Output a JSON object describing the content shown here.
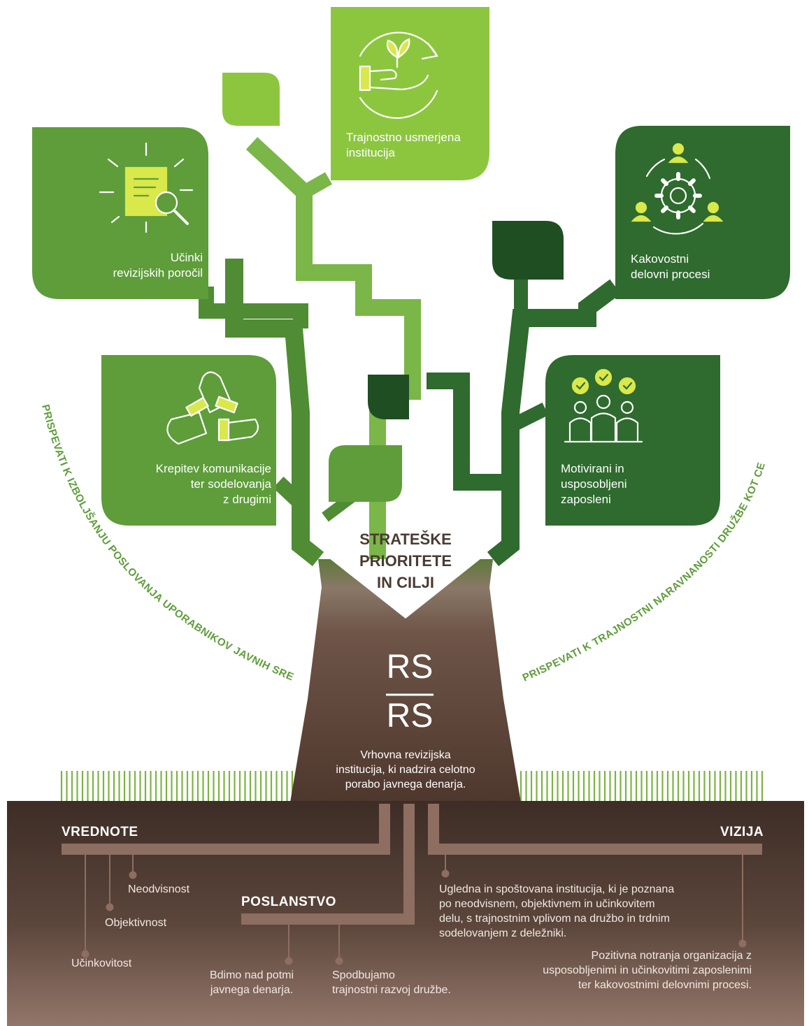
{
  "center_title": [
    "STRATEŠKE",
    "PRIORITETE",
    "IN CILJI"
  ],
  "logo": {
    "top": "RS",
    "bottom": "RS"
  },
  "institution": [
    "Vrhovna revizijska",
    "institucija, ki nadzira celotno",
    "porabo javnega denarja."
  ],
  "leaves": {
    "top": [
      "Trajnostno usmerjena",
      "institucija"
    ],
    "upper_left": [
      "Učinki",
      "revizijskih poročil"
    ],
    "upper_right": [
      "Kakovostni",
      "delovni procesi"
    ],
    "lower_left": [
      "Krepitev komunikacije",
      "ter sodelovanja",
      "z drugimi"
    ],
    "lower_right": [
      "Motivirani in",
      "usposobljeni",
      "zaposleni"
    ]
  },
  "arc_left": "PRISPEVATI K IZBOLJŠANJU POSLOVANJA UPORABNIKOV JAVNIH SREDSTEV",
  "arc_right": "PRISPEVATI K TRAJNOSTNI NARAVNANOSTI DRUŽBE KOT CELOTE",
  "vrednote": {
    "title": "VREDNOTE",
    "items": [
      "Neodvisnost",
      "Objektivnost",
      "Učinkovitost"
    ]
  },
  "poslanstvo": {
    "title": "POSLANSTVO",
    "items": [
      [
        "Bdimo nad potmi",
        "javnega denarja."
      ],
      [
        "Spodbujamo",
        "trajnostni razvoj družbe."
      ]
    ]
  },
  "vizija": {
    "title": "VIZIJA",
    "items": [
      [
        "Ugledna in spoštovana institucija, ki je poznana",
        "po neodvisnem, objektivnem in učinkovitem",
        "delu, s trajnostnim vplivom na družbo in trdnim",
        "sodelovanjem z deležniki."
      ],
      [
        "Pozitivna notranja organizacija z",
        "usposobljenimi in učinkovitimi zaposlenimi",
        "ter kakovostnimi delovnimi procesi."
      ]
    ]
  },
  "colors": {
    "leaf_light": "#8cc63f",
    "leaf_mid": "#5e9d3a",
    "leaf_dark": "#2f6a2e",
    "leaf_darkest": "#1f4e23",
    "trunk": "#5a4034",
    "soil_top": "#3e2e27",
    "soil_bottom": "#8d6e61",
    "accent": "#d9e84a",
    "title_text": "#4a3b33"
  },
  "icons": [
    "plant-hand-icon",
    "document-search-icon",
    "gear-people-icon",
    "handshake-icon",
    "team-checkmark-icon",
    "grass-icon"
  ]
}
